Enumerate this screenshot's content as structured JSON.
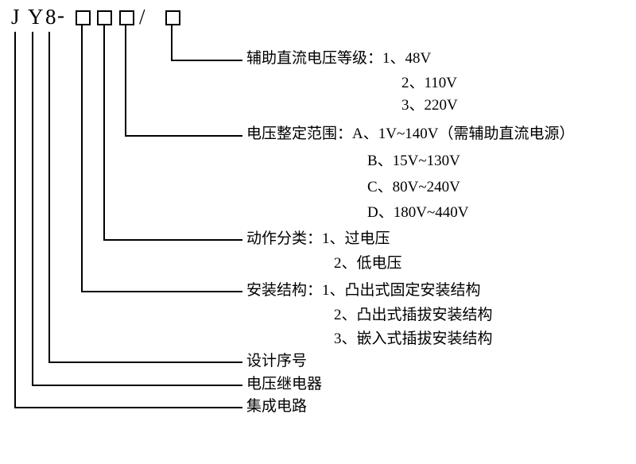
{
  "model_code": {
    "letters": [
      "J",
      "Y",
      "8"
    ],
    "dash": "-",
    "slash": "/"
  },
  "legend": {
    "aux_dc_voltage": {
      "heading": "辅助直流电压等级：1、48V",
      "item2": "2、110V",
      "item3": "3、220V"
    },
    "voltage_range": {
      "heading": "电压整定范围：A、1V~140V（需辅助直流电源）",
      "item_b": "B、15V~130V",
      "item_c": "C、80V~240V",
      "item_d": "D、180V~440V"
    },
    "action_class": {
      "heading": "动作分类：1、过电压",
      "item2": "2、低电压"
    },
    "mounting": {
      "heading": "安装结构：1、凸出式固定安装结构",
      "item2": "2、凸出式插拔安装结构",
      "item3": "3、嵌入式插拔安装结构"
    },
    "design_serial": "设计序号",
    "voltage_relay": "电压继电器",
    "integrated_circuit": "集成电路"
  }
}
